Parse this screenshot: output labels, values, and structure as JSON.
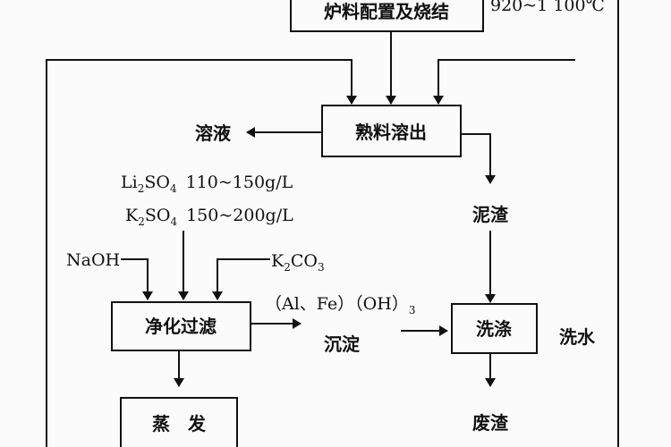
{
  "nodes": {
    "roast": "炉料配置及烧结",
    "roast_temp": "920~1 100℃",
    "leach": "熟料溶出",
    "solution": "溶液",
    "li2so4": {
      "formula": "Li",
      "sub1": "2",
      "mid": "SO",
      "sub2": "4",
      "conc": "110~150g/L"
    },
    "k2so4": {
      "formula": "K",
      "sub1": "2",
      "mid": "SO",
      "sub2": "4",
      "conc": "150~200g/L"
    },
    "naoh": "NaOH",
    "k2co3": {
      "a": "K",
      "sub1": "2",
      "b": "CO",
      "sub2": "3"
    },
    "purify": "净化过滤",
    "precip_formula": "（Al、Fe）（OH）",
    "precip_sub": "3",
    "precip": "沉淀",
    "residue": "泥渣",
    "wash": "洗涤",
    "wash_water": "洗水",
    "waste": "废渣",
    "evaporate": "蒸　发"
  }
}
